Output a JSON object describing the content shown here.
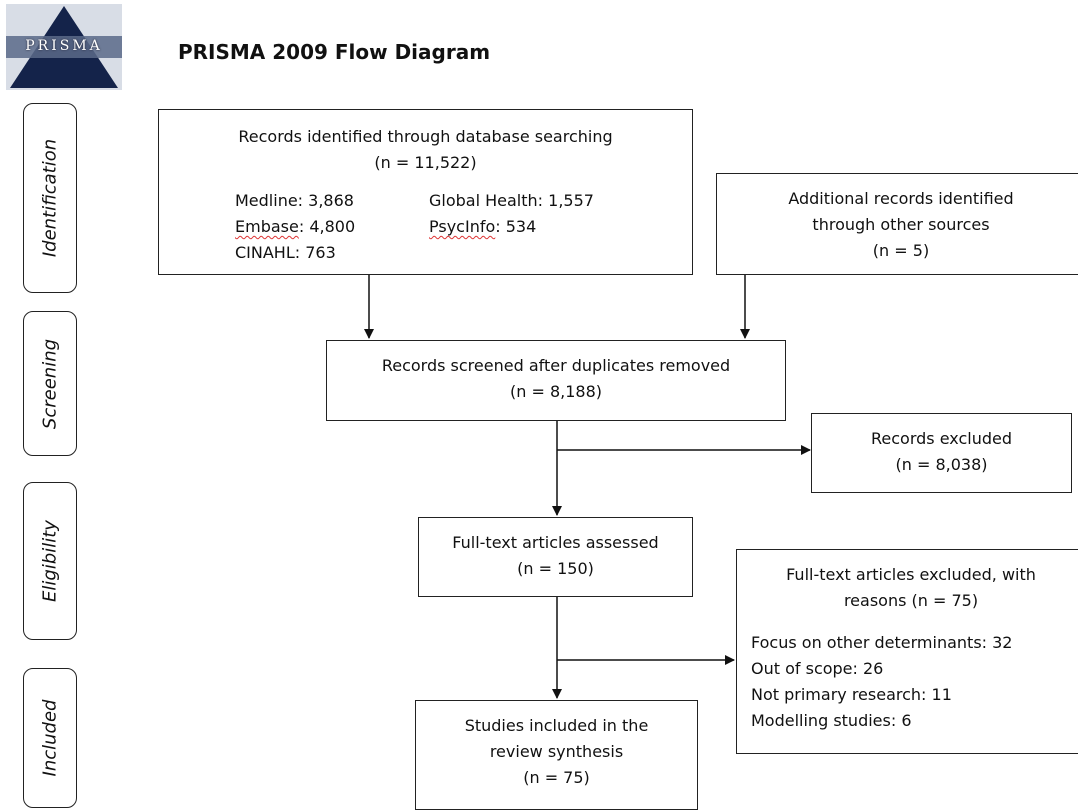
{
  "logo": {
    "text": "PRISMA"
  },
  "title": "PRISMA 2009 Flow Diagram",
  "stages": [
    "Identification",
    "Screening",
    "Eligibility",
    "Included"
  ],
  "identified_db": {
    "title": "Records identified through database searching",
    "n": "(n = 11,522)",
    "sources": {
      "medline": "Medline: 3,868",
      "global_health": "Global Health: 1,557",
      "embase_label": "Embase",
      "embase_value": ": 4,800",
      "psycinfo_label": "PsycInfo",
      "psycinfo_value": ": 534",
      "cinahl": "CINAHL: 763"
    }
  },
  "identified_other": {
    "line1": "Additional records identified",
    "line2": "through other sources",
    "n": "(n = 5)"
  },
  "screened": {
    "title": "Records screened after duplicates removed",
    "n": "(n = 8,188)"
  },
  "excluded": {
    "title": "Records excluded",
    "n": "(n = 8,038)"
  },
  "fulltext": {
    "title": "Full-text articles assessed",
    "n": "(n = 150)"
  },
  "fulltext_excluded": {
    "line1": "Full-text articles excluded, with",
    "line2": "reasons (n = 75)",
    "reasons": [
      "Focus on other determinants: 32",
      "Out of scope: 26",
      "Not primary research: 11",
      "Modelling studies: 6"
    ]
  },
  "included": {
    "line1": "Studies included in the",
    "line2": "review synthesis",
    "n": "(n = 75)"
  }
}
